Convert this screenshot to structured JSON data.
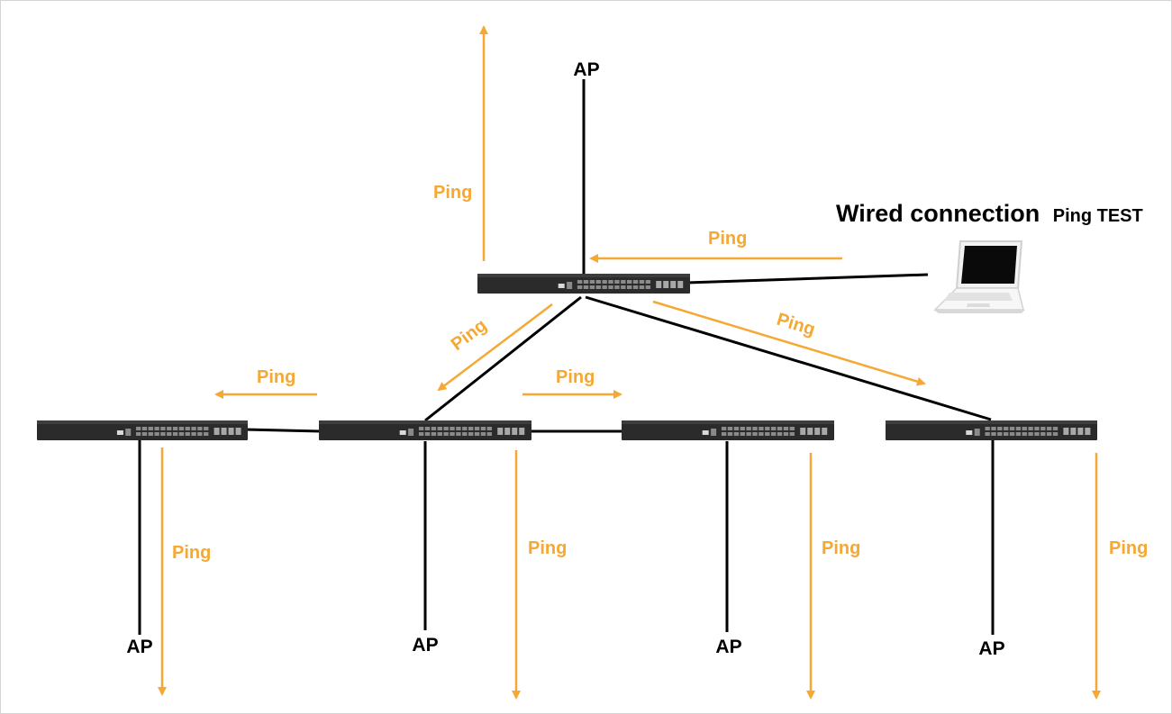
{
  "title": {
    "main": "Wired connection",
    "suffix": "Ping TEST"
  },
  "labels": {
    "ap": "AP",
    "ping": "Ping"
  },
  "colors": {
    "ping": "#f5a833",
    "cable": "#000000",
    "switch_body": "#2b2b2b",
    "port": "#8a8a8a"
  },
  "icons": {
    "switch": "network-switch-icon",
    "laptop": "laptop-icon"
  }
}
